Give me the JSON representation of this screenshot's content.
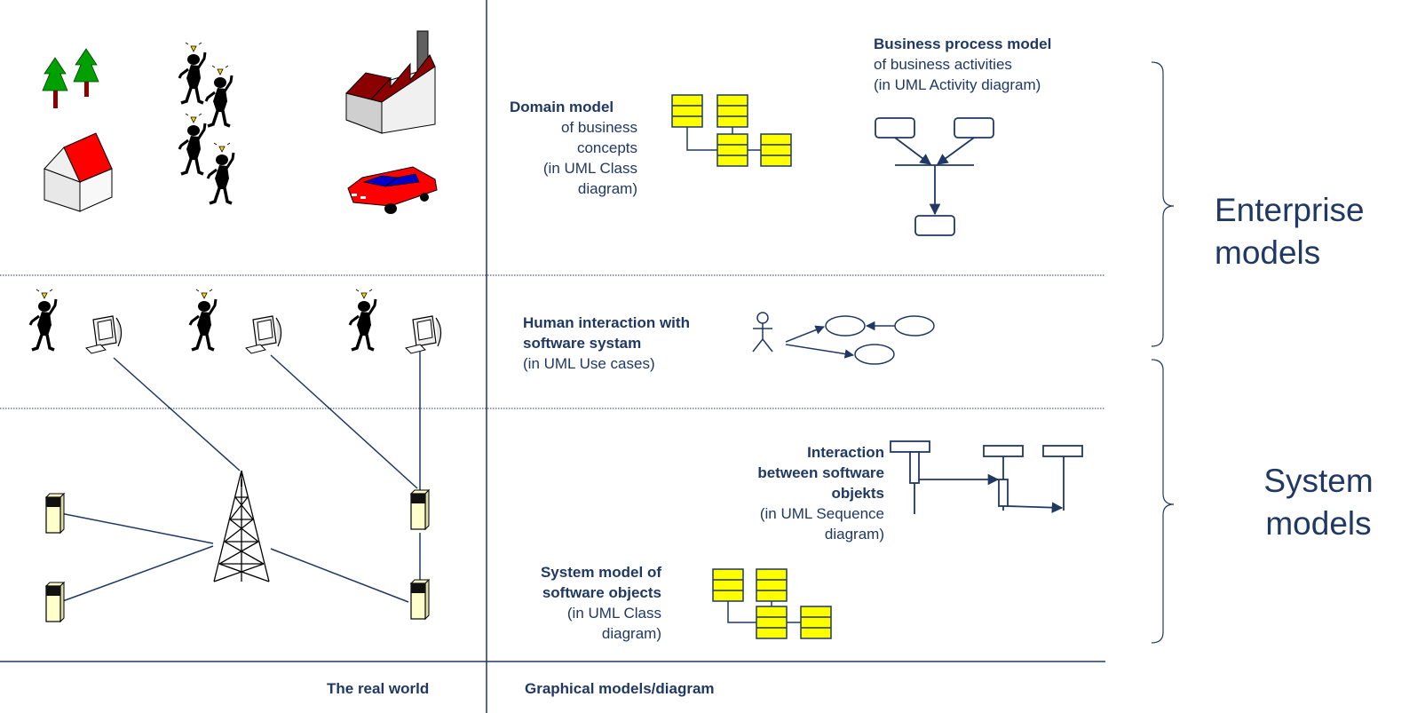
{
  "domain_model": {
    "title": "Domain model",
    "l1": "of business",
    "l2": "concepts",
    "l3": "(in UML Class",
    "l4": "diagram)"
  },
  "business_process": {
    "title": "Business process model",
    "l1": "of business activities",
    "l2": "(in UML  Activity diagram)"
  },
  "human_interaction": {
    "l1": "Human interaction with",
    "l2": "software systam",
    "l3": "(in UML Use cases)"
  },
  "software_interaction": {
    "l1": "Interaction",
    "l2": "between software",
    "l3": "objekts",
    "l4": "(in UML Sequence",
    "l5": "diagram)"
  },
  "system_model": {
    "l1": "System model of",
    "l2": "software objects",
    "l3": "(in UML Class",
    "l4": "diagram)"
  },
  "brackets": {
    "enterprise_1": "Enterprise",
    "enterprise_2": "models",
    "system_1": "System",
    "system_2": "models"
  },
  "footer": {
    "real_world": "The real world",
    "graphical": "Graphical models/diagram"
  },
  "colors": {
    "ink": "#1f3864",
    "class_box": "#ffff00",
    "roof": "#8b0000",
    "car": "#ff0000",
    "tree": "#00a000",
    "server": "#ffffcc"
  }
}
